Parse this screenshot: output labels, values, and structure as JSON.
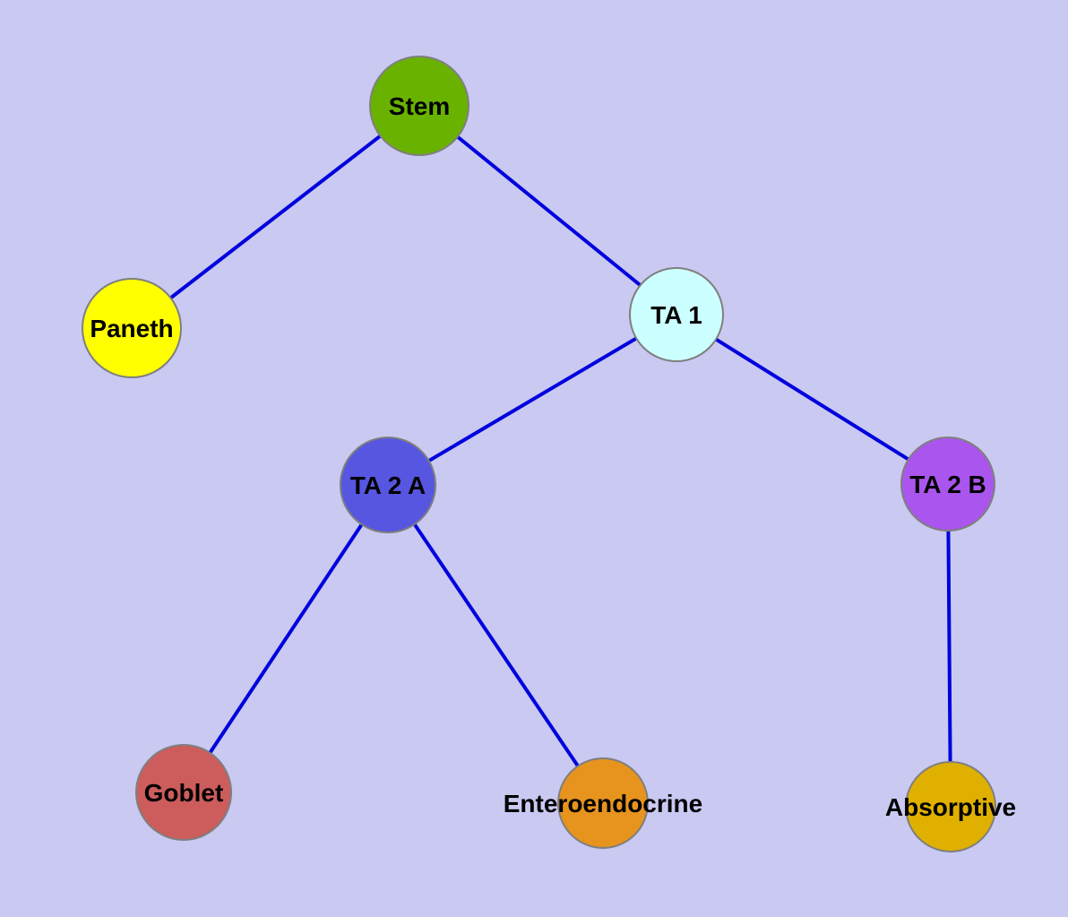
{
  "diagram": {
    "title": "cell-lineage-graph",
    "background_color": "#c9c9f2",
    "edge_color": "#0000dd",
    "node_border_color": "#7f7f7f",
    "nodes": [
      {
        "id": "stem",
        "label": "Stem",
        "color": "#69b300"
      },
      {
        "id": "paneth",
        "label": "Paneth",
        "color": "#ffff00"
      },
      {
        "id": "ta1",
        "label": "TA 1",
        "color": "#ccffff"
      },
      {
        "id": "ta2a",
        "label": "TA 2 A",
        "color": "#5656e0"
      },
      {
        "id": "ta2b",
        "label": "TA 2 B",
        "color": "#aa55ee"
      },
      {
        "id": "goblet",
        "label": "Goblet",
        "color": "#cd5c5c"
      },
      {
        "id": "enteroendocrine",
        "label": "Enteroendocrine",
        "color": "#e6941e"
      },
      {
        "id": "absorptive",
        "label": "Absorptive",
        "color": "#e0b000"
      }
    ],
    "edges": [
      {
        "from": "Stem",
        "to": "Paneth"
      },
      {
        "from": "Stem",
        "to": "TA 1"
      },
      {
        "from": "TA 1",
        "to": "TA 2 A"
      },
      {
        "from": "TA 1",
        "to": "TA 2 B"
      },
      {
        "from": "TA 2 A",
        "to": "Goblet"
      },
      {
        "from": "TA 2 A",
        "to": "Enteroendocrine"
      },
      {
        "from": "TA 2 B",
        "to": "Absorptive"
      }
    ]
  }
}
